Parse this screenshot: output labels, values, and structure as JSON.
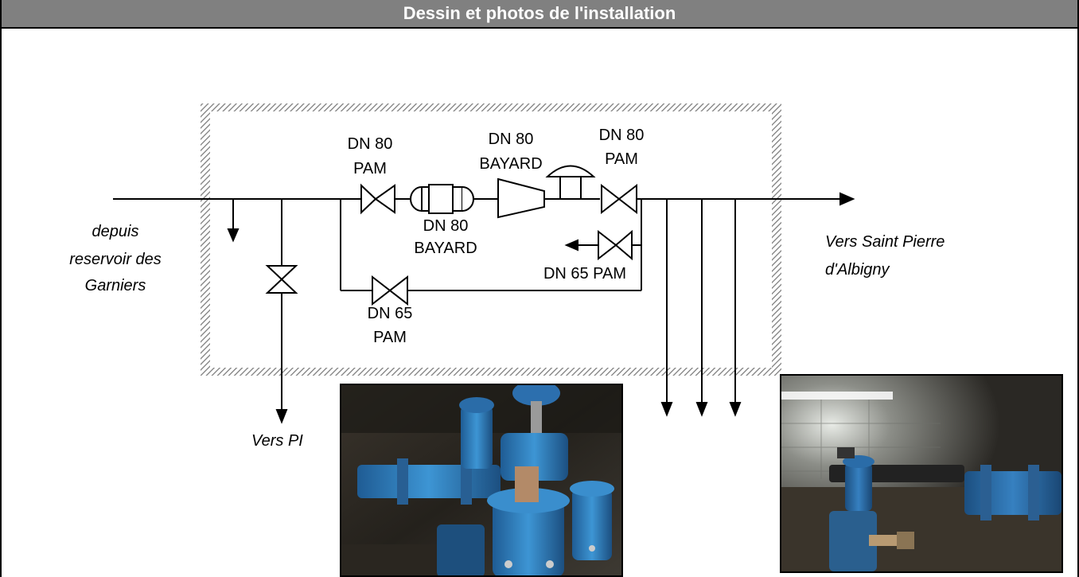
{
  "header": {
    "title": "Dessin et photos de l'installation"
  },
  "labels": {
    "inlet": [
      "depuis",
      "reservoir des",
      "Garniers"
    ],
    "outlet": [
      "Vers Saint Pierre",
      "d'Albigny"
    ],
    "vers_pi": "Vers PI",
    "valve_in_1": "DN 80",
    "valve_in_2": "PAM",
    "meter_top_1": "DN 80",
    "meter_top_2": "BAYARD",
    "meter_bottom_1": "DN 80",
    "meter_bottom_2": "BAYARD",
    "valve_out_1": "DN 80",
    "valve_out_2": "PAM",
    "bypass_branch": "DN 65 PAM",
    "bypass_valve_1": "DN 65",
    "bypass_valve_2": "PAM"
  },
  "photos": {
    "left": {
      "icon": "valve-chamber-photo"
    },
    "right": {
      "icon": "underground-chamber-photo"
    }
  },
  "colors": {
    "header_bg": "#808080",
    "pipe": "#000000",
    "hatch": "#8a8a8a",
    "valve_blue": "#2f7fc0"
  }
}
